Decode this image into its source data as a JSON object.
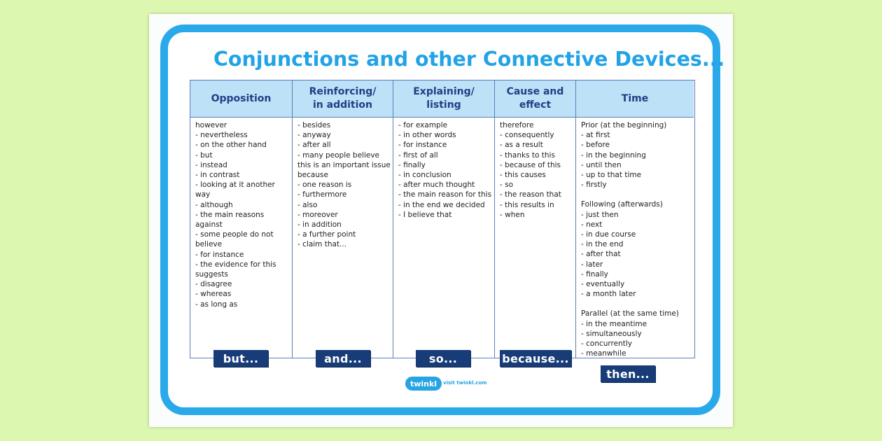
{
  "title": "Conjunctions and other Connective Devices...",
  "columns": [
    {
      "header": "Opposition",
      "items": [
        "however",
        "- nevertheless",
        "- on the other hand",
        "- but",
        "- instead",
        "- in contrast",
        "- looking at it another way",
        "- although",
        "- the main reasons against",
        "- some people do not believe",
        "- for instance",
        "- the evidence for this suggests",
        "- disagree",
        "- whereas",
        "- as long as"
      ],
      "tag": "but..."
    },
    {
      "header": "Reinforcing/\nin addition",
      "items": [
        "- besides",
        "- anyway",
        "- after all",
        "- many people believe this is an important issue because",
        "- one reason is",
        "- furthermore",
        "- also",
        "- moreover",
        "- in addition",
        "- a further point",
        "- claim that..."
      ],
      "tag": "and..."
    },
    {
      "header": "Explaining/\nlisting",
      "items": [
        "- for example",
        "- in other words",
        "- for instance",
        "- first of all",
        "- finally",
        "- in conclusion",
        "- after much thought",
        "- the main reason for this",
        "- in the end we decided",
        "- I believe that"
      ],
      "tag": "so..."
    },
    {
      "header": "Cause and\neffect",
      "items": [
        "therefore",
        "- consequently",
        "- as a result",
        "- thanks to this",
        "- because of this",
        "- this causes",
        "- so",
        "- the reason that",
        "- this results in",
        "- when"
      ],
      "tag": "because..."
    },
    {
      "header": "Time",
      "groups": [
        {
          "label": "Prior (at the beginning)",
          "items": [
            "- at first",
            "- before",
            "- in the beginning",
            "- until then",
            "- up to that time",
            "- firstly"
          ]
        },
        {
          "label": "Following (afterwards)",
          "items": [
            "- just then",
            "- next",
            "- in due course",
            "- in the end",
            "- after that",
            "- later",
            "- finally",
            "- eventually",
            "- a month later"
          ]
        },
        {
          "label": "Parallel (at the same time)",
          "items": [
            "- in the meantime",
            "- simultaneously",
            "- concurrently",
            "- meanwhile"
          ]
        }
      ],
      "tag": "then..."
    }
  ],
  "logo": {
    "name": "twinkl",
    "url": "visit twinkl.com"
  },
  "colors": {
    "background": "#dcf7b0",
    "frame": "#29a8ea",
    "title": "#21a3e6",
    "header_fill": "#bde1f6",
    "tag_fill": "#173c78"
  }
}
